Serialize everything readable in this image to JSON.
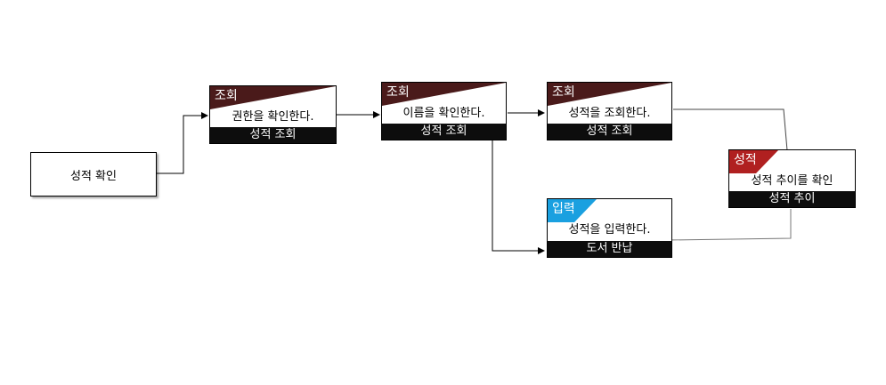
{
  "start": {
    "label": "성적 확인"
  },
  "nodes": [
    {
      "tag": "조회",
      "desc": "권한을 확인한다.",
      "footer": "성적 조회",
      "tag_color": "#4a1a1a"
    },
    {
      "tag": "조회",
      "desc": "이름을 확인한다.",
      "footer": "성적 조회",
      "tag_color": "#4a1a1a"
    },
    {
      "tag": "조회",
      "desc": "성적을 조회한다.",
      "footer": "성적 조회",
      "tag_color": "#4a1a1a"
    },
    {
      "tag": "입력",
      "desc": "성적을 입력한다.",
      "footer": "도서 반납",
      "tag_color": "#1aa0e0"
    },
    {
      "tag": "성적",
      "desc": "성적 추이를 확인",
      "footer": "성적 추이",
      "tag_color": "#b02020"
    }
  ],
  "colors": {
    "footer_bg": "#0d0d0d",
    "line": "#000000",
    "light_line": "#555555"
  }
}
